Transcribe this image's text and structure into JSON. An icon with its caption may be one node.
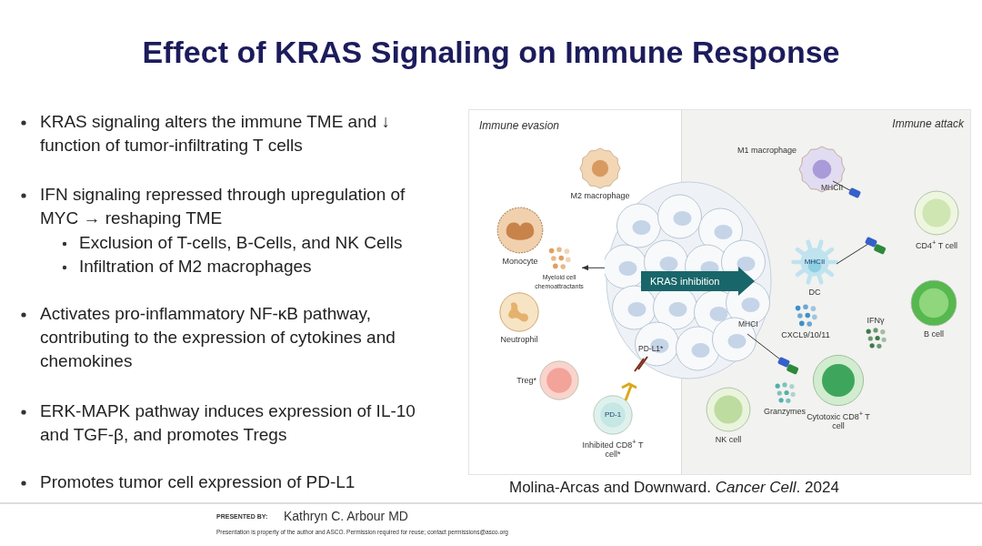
{
  "diagram": {
    "title": "Effect of KRAS Signaling on Immune Response",
    "caption": "Molina-Arcas and Downward. *Cancer Cell*. 2024",
    "nodes": [
      {
        "text": [],
        "shape": "cloud"
      },
      {
        "text": [
          "M2 macrophage"
        ]
      },
      {
        "text": [
          "Monocyte"
        ]
      },
      {
        "text": [
          "Myeloid cell chemoattractants"
        ]
      },
      {
        "text": [
          "Neutrophil"
        ]
      },
      {
        "text": [
          "Treg*"
        ]
      },
      {
        "text": [
          "PD-1",
          "Inhibited CD8$^{+}$ T cell*"
        ]
      },
      {
        "text": [
          "KRAS inhibition"
        ],
        "in": 0
      },
      {
        "text": [
          "M1 macrophage"
        ]
      },
      {
        "text": [
          "MHCII",
          "DC"
        ]
      },
      {
        "text": [
          "CD4$^{+}$ T cell"
        ]
      },
      {
        "text": [
          "CXCL9/10/11"
        ]
      },
      {
        "text": [
          "IFNγ"
        ]
      },
      {
        "text": [
          "B cell"
        ]
      },
      {
        "text": [
          "Cytotoxic CD8$^{+}$ T cell"
        ]
      },
      {
        "text": [
          "Granzymes"
        ]
      },
      {
        "text": [
          "NK cell"
        ]
      }
    ],
    "edges": [
      {
        "from": 0,
        "to": 3,
        "arrow": "to"
      }
    ],
    "labels": [
      "KRAS signaling alters the immune TME and ↓ function of tumor-infiltrating T cells",
      "IFN signaling repressed through upregulation of MYC → reshaping TME",
      "Exclusion of T-cells, B-Cells, and NK Cells",
      "Infiltration of M2 macrophages",
      "Activates pro-inflammatory NF-κB pathway, contributing to the expression of cytokines and chemokines",
      "ERK-MAPK pathway induces expression of IL-10 and TGF-β, and promotes Tregs",
      "Promotes tumor cell expression of PD-L1",
      "Immune evasion",
      "Immune attack",
      "PD-L1*",
      "MHCII",
      "MHCI",
      "PRESENTED BY:",
      "Kathryn C. Arbour MD",
      "Presentation is property of the author and ASCO. Permission required for reuse; contact permissions@asco.org"
    ]
  }
}
